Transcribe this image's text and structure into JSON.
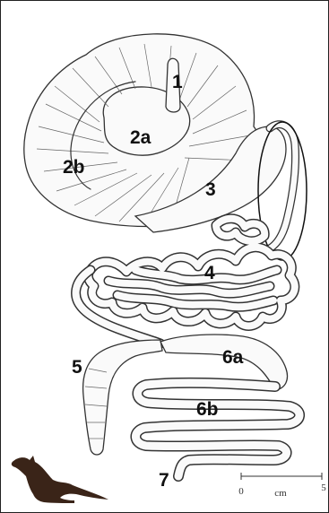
{
  "labels": {
    "l1": "1",
    "l2a": "2a",
    "l2b": "2b",
    "l3": "3",
    "l4": "4",
    "l5": "5",
    "l6a": "6a",
    "l6b": "6b",
    "l7": "7"
  },
  "scale_bar": {
    "start": "0",
    "unit": "cm",
    "end": "5"
  },
  "icons": {
    "silhouette": "kangaroo-icon"
  },
  "colors": {
    "line": "#333333",
    "fill": "#fafafa",
    "silhouette": "#3a2418"
  }
}
